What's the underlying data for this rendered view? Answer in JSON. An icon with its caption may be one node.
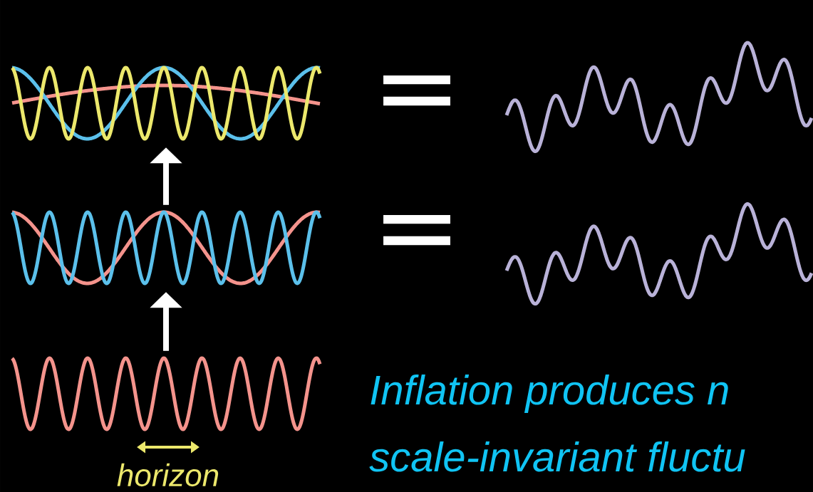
{
  "diagram": {
    "nodes": [
      {
        "text": [],
        "shape": "picture"
      },
      {
        "text": [],
        "shape": "picture"
      },
      {
        "text": [],
        "shape": "picture"
      },
      {
        "text": [],
        "shape": "picture"
      },
      {
        "text": [],
        "shape": "picture"
      }
    ],
    "edges": [
      {
        "from": 2,
        "to": 1,
        "arrow": "to"
      },
      {
        "from": 1,
        "to": 0,
        "arrow": "to"
      }
    ],
    "labels": [
      "=",
      "=",
      "horizon",
      "Inflation produces n",
      "scale-invariant fluctu"
    ]
  }
}
